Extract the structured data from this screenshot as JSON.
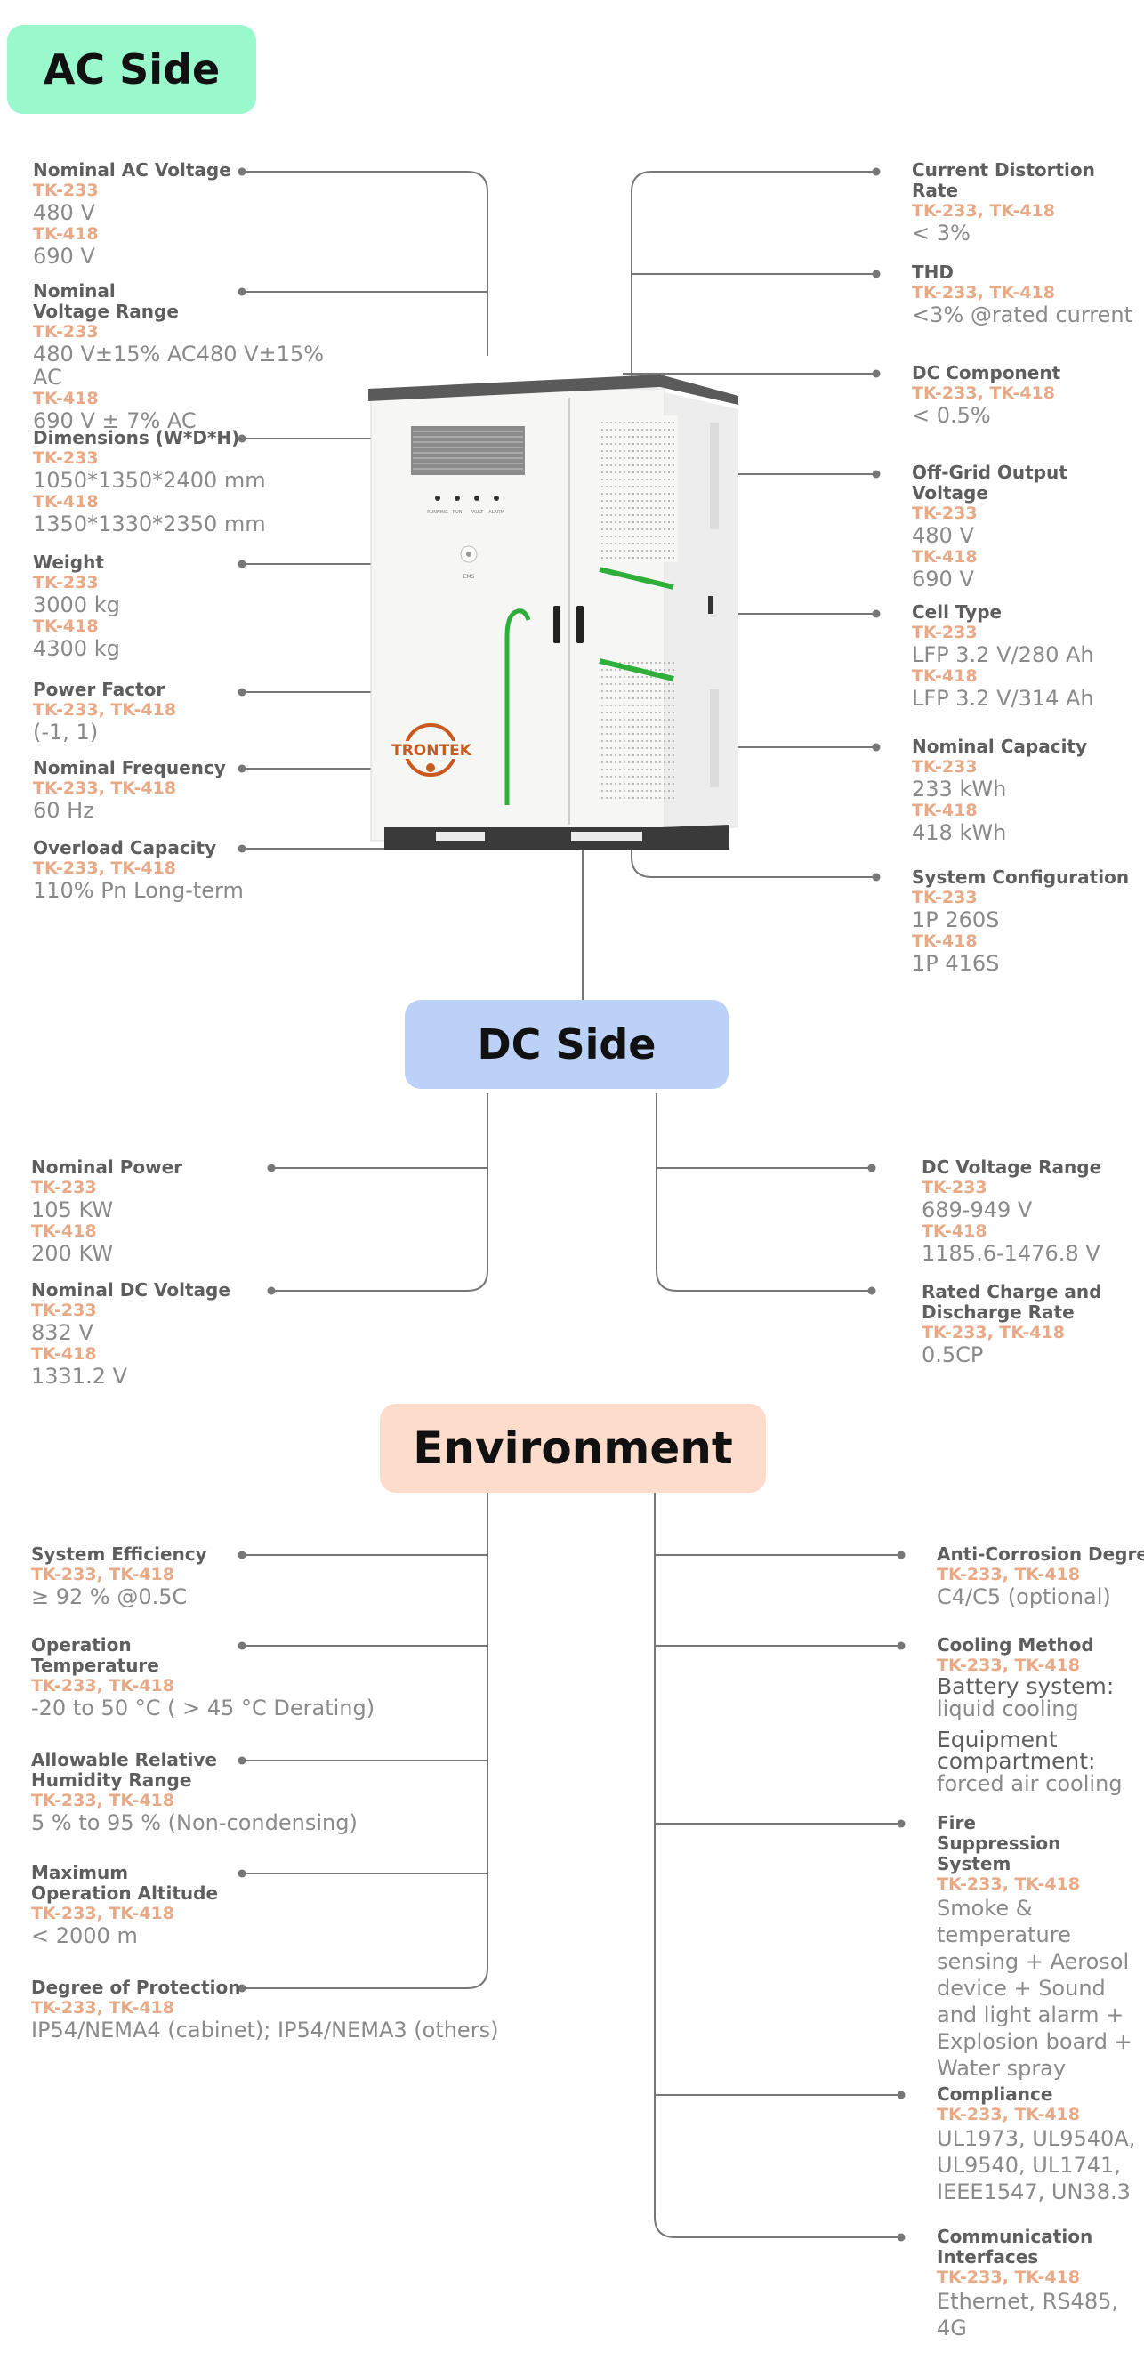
{
  "sections": {
    "ac_side": "AC Side",
    "dc_side": "DC Side",
    "environment": "Environment"
  },
  "colors": {
    "ac_heading_bg": "#99f9cd",
    "dc_heading_bg": "#bcd1f7",
    "env_heading_bg": "#fddccb",
    "variant_text": "#e8a987",
    "label_text": "#5e5e5e",
    "value_text": "#8a8a8a",
    "connector": "#777777",
    "cabinet_accent": "#2fae3c",
    "brand": "#c85a1f"
  },
  "product": {
    "brand": "TRONTEK",
    "indicators": [
      "RUNNING",
      "RUN",
      "FAULT",
      "ALARM"
    ],
    "panel_label": "EMS"
  },
  "ac_left": [
    {
      "label": "Nominal AC Voltage",
      "values": [
        {
          "variant": "TK-233",
          "value": "480 V"
        },
        {
          "variant": "TK-418",
          "value": "690 V"
        }
      ]
    },
    {
      "label": "Nominal Voltage Range",
      "values": [
        {
          "variant": "TK-233",
          "value": "480 V±15% AC480 V±15% AC"
        },
        {
          "variant": "TK-418",
          "value": "690 V ± 7% AC"
        }
      ]
    },
    {
      "label": "Dimensions (W*D*H)",
      "values": [
        {
          "variant": "TK-233",
          "value": "1050*1350*2400 mm"
        },
        {
          "variant": "TK-418",
          "value": "1350*1330*2350 mm"
        }
      ]
    },
    {
      "label": "Weight",
      "values": [
        {
          "variant": "TK-233",
          "value": "3000 kg"
        },
        {
          "variant": "TK-418",
          "value": "4300 kg"
        }
      ]
    },
    {
      "label": "Power Factor",
      "values": [
        {
          "variant": "TK-233, TK-418",
          "value": "(-1, 1)"
        }
      ]
    },
    {
      "label": "Nominal Frequency",
      "values": [
        {
          "variant": "TK-233, TK-418",
          "value": "60 Hz"
        }
      ]
    },
    {
      "label": "Overload Capacity",
      "values": [
        {
          "variant": "TK-233, TK-418",
          "value": "110% Pn Long-term"
        }
      ]
    }
  ],
  "ac_right": [
    {
      "label": "Current Distortion Rate",
      "values": [
        {
          "variant": "TK-233, TK-418",
          "value": "< 3%"
        }
      ]
    },
    {
      "label": "THD",
      "values": [
        {
          "variant": "TK-233, TK-418",
          "value": "<3% @rated current"
        }
      ]
    },
    {
      "label": "DC Component",
      "values": [
        {
          "variant": "TK-233, TK-418",
          "value": "< 0.5%"
        }
      ]
    },
    {
      "label": "Off-Grid Output Voltage",
      "values": [
        {
          "variant": "TK-233",
          "value": "480 V"
        },
        {
          "variant": "TK-418",
          "value": "690 V"
        }
      ]
    },
    {
      "label": "Cell Type",
      "values": [
        {
          "variant": "TK-233",
          "value": "LFP 3.2 V/280 Ah"
        },
        {
          "variant": "TK-418",
          "value": "LFP 3.2 V/314 Ah"
        }
      ]
    },
    {
      "label": "Nominal Capacity",
      "values": [
        {
          "variant": "TK-233",
          "value": "233 kWh"
        },
        {
          "variant": "TK-418",
          "value": "418 kWh"
        }
      ]
    },
    {
      "label": "System Configuration",
      "values": [
        {
          "variant": "TK-233",
          "value": "1P 260S"
        },
        {
          "variant": "TK-418",
          "value": "1P 416S"
        }
      ]
    }
  ],
  "dc_left": [
    {
      "label": "Nominal Power",
      "values": [
        {
          "variant": "TK-233",
          "value": "105 KW"
        },
        {
          "variant": "TK-418",
          "value": "200 KW"
        }
      ]
    },
    {
      "label": "Nominal DC Voltage",
      "values": [
        {
          "variant": "TK-233",
          "value": "832 V"
        },
        {
          "variant": "TK-418",
          "value": "1331.2 V"
        }
      ]
    }
  ],
  "dc_right": [
    {
      "label": "DC Voltage Range",
      "values": [
        {
          "variant": "TK-233",
          "value": "689-949 V"
        },
        {
          "variant": "TK-418",
          "value": "1185.6-1476.8 V"
        }
      ]
    },
    {
      "label": "Rated Charge and Discharge Rate",
      "values": [
        {
          "variant": "TK-233, TK-418",
          "value": "0.5CP"
        }
      ]
    }
  ],
  "env_left": [
    {
      "label": "System Efficiency",
      "values": [
        {
          "variant": "TK-233, TK-418",
          "value": "≥ 92 % @0.5C"
        }
      ]
    },
    {
      "label": "Operation Temperature",
      "values": [
        {
          "variant": "TK-233, TK-418",
          "value": "-20 to 50 °C ( > 45 °C Derating)"
        }
      ]
    },
    {
      "label": "Allowable Relative Humidity Range",
      "values": [
        {
          "variant": "TK-233, TK-418",
          "value": "5 % to 95 % (Non-condensing)"
        }
      ]
    },
    {
      "label": "Maximum Operation Altitude",
      "values": [
        {
          "variant": "TK-233, TK-418",
          "value": "< 2000 m"
        }
      ]
    },
    {
      "label": "Degree of Protection",
      "values": [
        {
          "variant": "TK-233, TK-418",
          "value": "IP54/NEMA4 (cabinet); IP54/NEMA3 (others)"
        }
      ]
    }
  ],
  "env_right": [
    {
      "label": "Anti-Corrosion Degree",
      "values": [
        {
          "variant": "TK-233, TK-418",
          "value": "C4/C5 (optional)"
        }
      ]
    },
    {
      "label": "Cooling Method",
      "values": [
        {
          "variant": "TK-233, TK-418",
          "groups": [
            {
              "sub": "Battery system:",
              "value": "liquid cooling"
            },
            {
              "sub": "Equipment compartment:",
              "value": "forced air cooling"
            }
          ]
        }
      ]
    },
    {
      "label": "Fire Suppression System",
      "values": [
        {
          "variant": "TK-233, TK-418",
          "value": "Smoke & temperature sensing + Aerosol device + Sound and light alarm + Explosion board + Water spray"
        }
      ]
    },
    {
      "label": "Compliance",
      "values": [
        {
          "variant": "TK-233, TK-418",
          "value": "UL1973, UL9540A, UL9540, UL1741, IEEE1547, UN38.3"
        }
      ]
    },
    {
      "label": "Communication Interfaces",
      "values": [
        {
          "variant": "TK-233, TK-418",
          "value": "Ethernet, RS485, 4G"
        }
      ]
    }
  ]
}
